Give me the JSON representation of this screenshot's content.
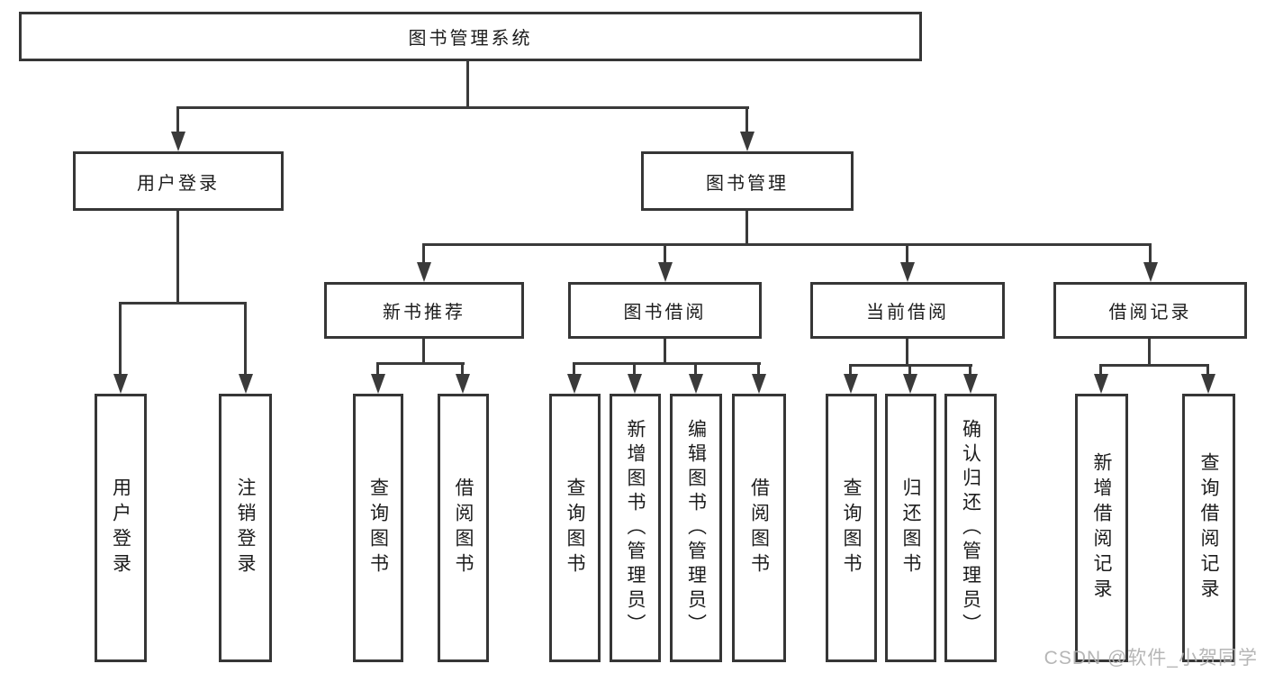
{
  "diagram": {
    "title": "图书管理系统",
    "colors": {
      "line": "#3a3a3a",
      "box_border": "#363636",
      "text": "#1c1c1c",
      "background": "#ffffff",
      "watermark": "#b0b0b0"
    },
    "nodes": {
      "root": {
        "label": "图书管理系统"
      },
      "level2": [
        {
          "label": "用户登录"
        },
        {
          "label": "图书管理"
        }
      ],
      "level3": [
        {
          "label": "新书推荐"
        },
        {
          "label": "图书借阅"
        },
        {
          "label": "当前借阅"
        },
        {
          "label": "借阅记录"
        }
      ],
      "leaves": {
        "user_login_group": [
          "用户登录",
          "注销登录"
        ],
        "new_book_rec_group": [
          "查询图书",
          "借阅图书"
        ],
        "book_borrow_group": [
          "查询图书",
          "新增图书（管理员）",
          "编辑图书（管理员）",
          "借阅图书"
        ],
        "current_borrow_group": [
          "查询图书",
          "归还图书",
          "确认归还（管理员）"
        ],
        "borrow_record_group": [
          "新增借阅记录",
          "查询借阅记录"
        ]
      }
    }
  },
  "watermark": {
    "text": "CSDN @软件_小贺同学"
  }
}
